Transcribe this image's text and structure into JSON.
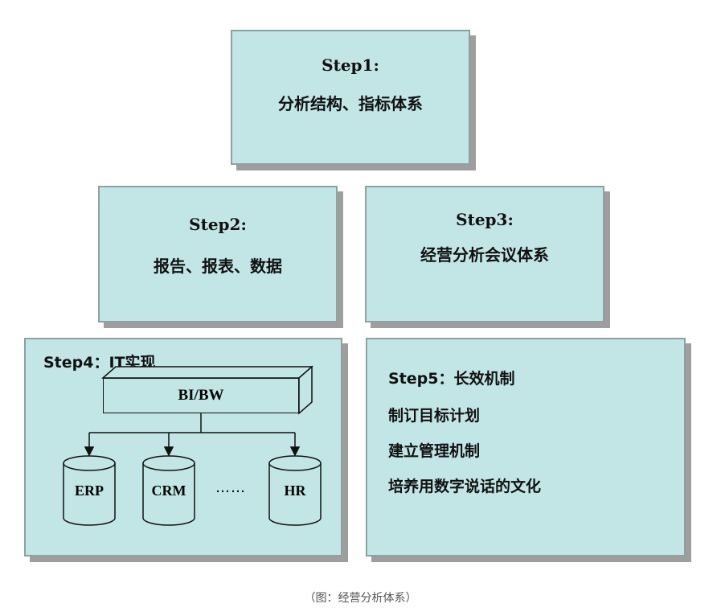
{
  "diagram": {
    "step1": {
      "title": "Step1:",
      "subtitle": "分析结构、指标体系"
    },
    "step2": {
      "title": "Step2:",
      "subtitle": "报告、报表、数据"
    },
    "step3": {
      "title": "Step3:",
      "subtitle": "经营分析会议体系"
    },
    "step4": {
      "title": "Step4：IT实现",
      "hub": "BI/BW",
      "systems": [
        "ERP",
        "CRM",
        "HR"
      ],
      "ellipsis": "……"
    },
    "step5": {
      "title": "Step5：长效机制",
      "items": [
        "制订目标计划",
        "建立管理机制",
        "培养用数字说话的文化"
      ]
    },
    "caption": "（图：经营分析体系）",
    "colors": {
      "box_fill": "#c2e6e6",
      "box_border": "#8fa0a0",
      "shadow": "#9e9e9e"
    }
  }
}
